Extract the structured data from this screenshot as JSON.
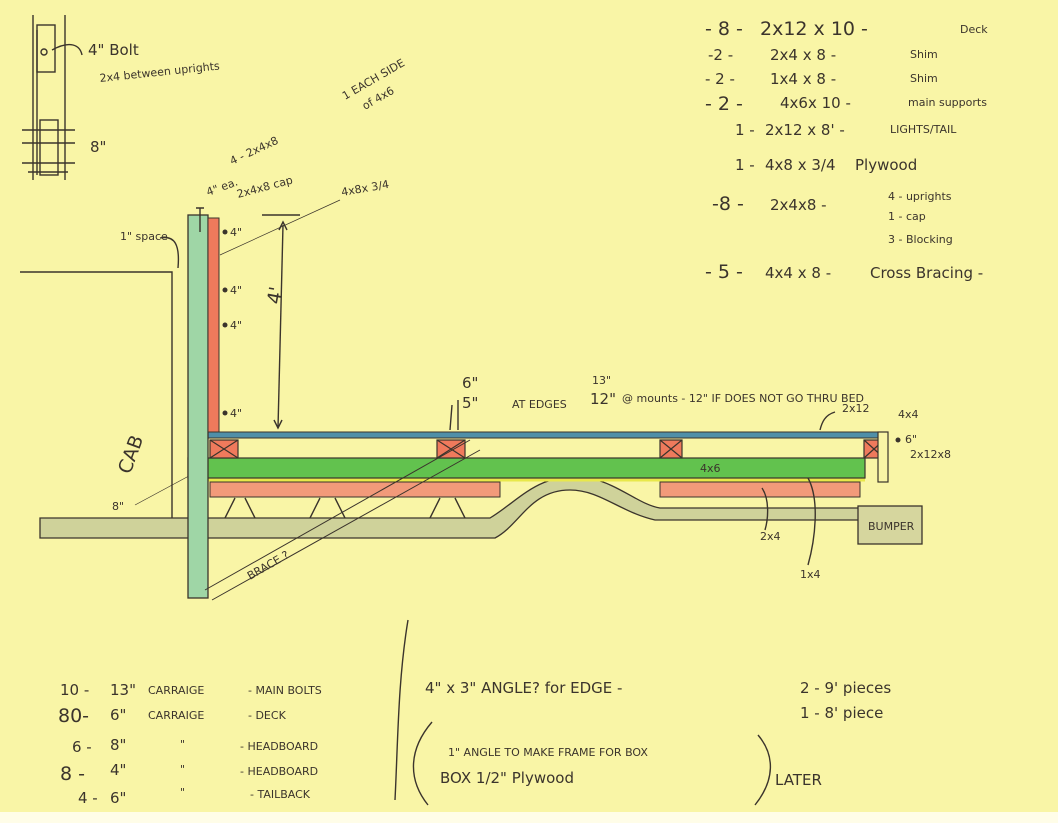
{
  "colors": {
    "paper": "#f9f5a6",
    "ink": "#3b342c",
    "green": "#5cc24a",
    "red": "#f08a6a",
    "blue": "#4f8fa8",
    "frame": "#c9c98a",
    "upright": "#9fd6a6"
  },
  "detail": {
    "bolt": "4\" Bolt",
    "between": "2x4 between uprights",
    "spacing": "8\""
  },
  "upright_notes": {
    "each_side": "1 EACH SIDE",
    "of_4x6": "of 4x6",
    "uprights": "4 - 2x4x8",
    "cap_note": "4\" ea.",
    "cap": "2x4x8 cap",
    "plywood": "4x8x 3/4",
    "space": "1\" space",
    "height": "4'",
    "bolt_spacing": [
      "4\"",
      "4\"",
      "4\"",
      "4\""
    ],
    "cab": "CAB",
    "cab_spacing": "8\"",
    "brace": "BRACE ?"
  },
  "deck_notes": {
    "six": "6\"",
    "five": "5\"",
    "at_edges": "AT EDGES",
    "thirteen": "13\"",
    "twelve": "12\"",
    "at_mounts": "@ mounts - 12\" IF DOES NOT GO THRU BED",
    "deck_board": "2x12",
    "post": "4x4",
    "tail_bolt": "6\"",
    "tail_board": "2x12x8",
    "main_beam": "4x6",
    "shim_2x4": "2x4",
    "shim_1x4": "1x4",
    "bumper": "BUMPER"
  },
  "materials": [
    {
      "qty": "- 8 -",
      "item": "2x12 x 10 -",
      "use": "Deck"
    },
    {
      "qty": "-2 -",
      "item": "2x4 x 8 -",
      "use": "Shim"
    },
    {
      "qty": "- 2 -",
      "item": "1x4 x 8 -",
      "use": "Shim"
    },
    {
      "qty": "- 2 -",
      "item": "4x6x 10 -",
      "use": "main supports"
    },
    {
      "qty": "1 -",
      "item": "2x12 x 8' -",
      "use": "LIGHTS/TAIL"
    },
    {
      "qty": "1 -",
      "item": "4x8 x 3/4",
      "use": "Plywood"
    },
    {
      "qty": "-8 -",
      "item": "2x4x8 -",
      "use": "4 - uprights"
    },
    {
      "qty": "",
      "item": "",
      "use": "1 - cap"
    },
    {
      "qty": "",
      "item": "",
      "use": "3 - Blocking"
    },
    {
      "qty": "- 5 -",
      "item": "4x4 x 8 -",
      "use": "Cross Bracing -"
    }
  ],
  "bolts": [
    {
      "qty": "10 -",
      "size": "13\"",
      "type": "CARRAIGE",
      "use": "- MAIN BOLTS"
    },
    {
      "qty": "80-",
      "size": "6\"",
      "type": "CARRAIGE",
      "use": "- DECK"
    },
    {
      "qty": "6 -",
      "size": "8\"",
      "type": "\"",
      "use": "- HEADBOARD"
    },
    {
      "qty": "8 -",
      "size": "4\"",
      "type": "\"",
      "use": "- HEADBOARD"
    },
    {
      "qty": "4 -",
      "size": "6\"",
      "type": "\"",
      "use": "- TAILBACK"
    }
  ],
  "angle": {
    "text": "4\" x 3\" ANGLE? for EDGE -",
    "pieces_a": "2 - 9' pieces",
    "pieces_b": "1 - 8' piece"
  },
  "later": {
    "line1": "1\" ANGLE TO MAKE FRAME FOR BOX",
    "line2": "BOX 1/2\" Plywood",
    "label": "LATER"
  }
}
